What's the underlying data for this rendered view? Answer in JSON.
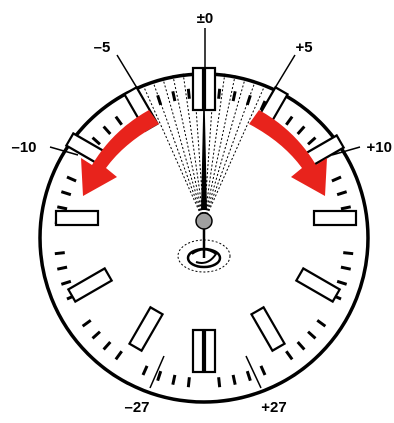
{
  "scale_labels": {
    "zero": "±0",
    "minus5": "–5",
    "plus5": "+5",
    "minus10": "–10",
    "plus10": "+10",
    "minus27": "–27",
    "plus27": "+27"
  },
  "colors": {
    "arrow": "#e8231c",
    "ink": "#000000",
    "needle_hub": "#a0a0a0",
    "face": "#ffffff"
  },
  "icons": {
    "needle": "pendulum-needle",
    "arrows": "curved-arrow"
  }
}
